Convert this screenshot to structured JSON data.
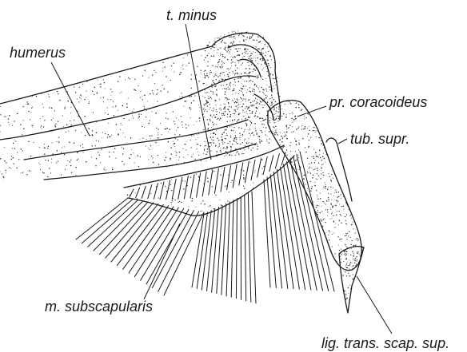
{
  "labels": {
    "humerus": "humerus",
    "t_minus": "t. minus",
    "pr_coracoideus": "pr. coracoideus",
    "tub_supr": "tub. supr.",
    "m_subscapularis": "m. subscapularis",
    "lig_trans": "lig. trans. scap. sup."
  }
}
